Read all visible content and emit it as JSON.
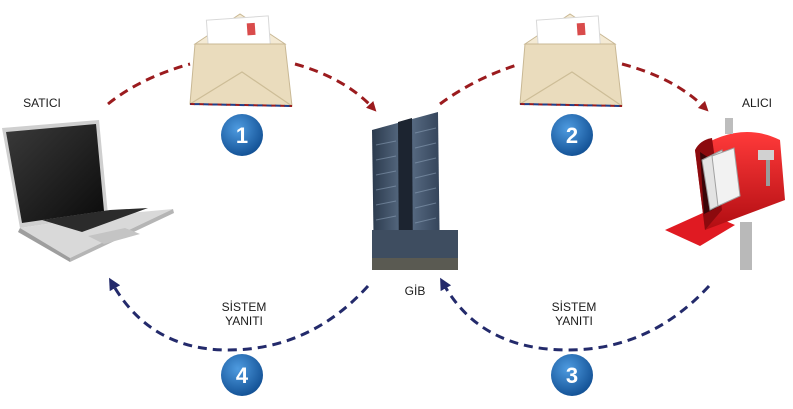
{
  "labels": {
    "seller": "SATICI",
    "receiver": "ALICI",
    "gib": "GİB",
    "response_left_line1": "SİSTEM",
    "response_left_line2": "YANITI",
    "response_right_line1": "SİSTEM",
    "response_right_line2": "YANITI"
  },
  "steps": [
    "1",
    "2",
    "3",
    "4"
  ],
  "colors": {
    "outgoing_arrow": "#9b1b1e",
    "response_arrow": "#232a6b",
    "badge": "#1f66b0",
    "envelope": "#eadcbd",
    "mailbox": "#d6181f"
  },
  "icons": [
    "laptop-icon",
    "envelope-icon",
    "building-icon",
    "mailbox-icon"
  ]
}
